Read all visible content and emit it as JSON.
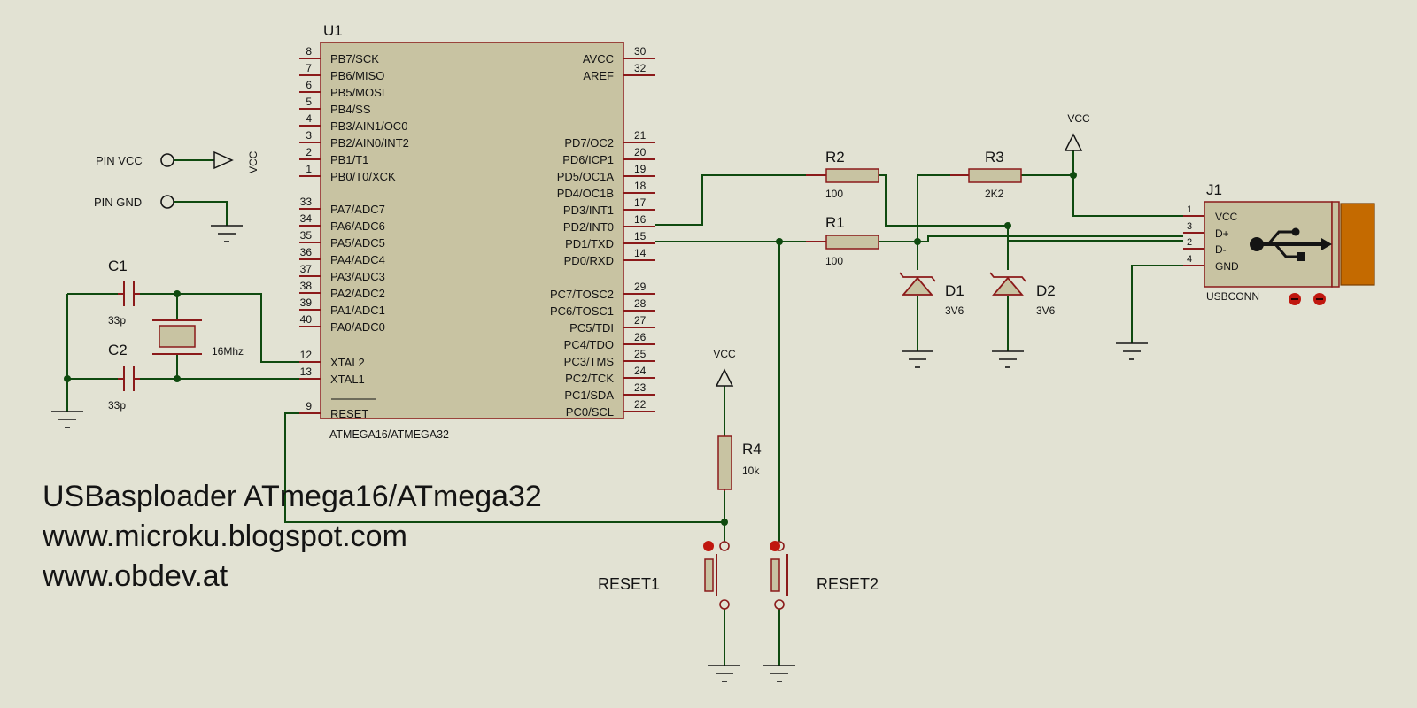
{
  "u1": {
    "ref": "U1",
    "part": "ATMEGA16/ATMEGA32",
    "left_pins": [
      {
        "num": "8",
        "name": "PB7/SCK"
      },
      {
        "num": "7",
        "name": "PB6/MISO"
      },
      {
        "num": "6",
        "name": "PB5/MOSI"
      },
      {
        "num": "5",
        "name": "PB4/SS"
      },
      {
        "num": "4",
        "name": "PB3/AIN1/OC0"
      },
      {
        "num": "3",
        "name": "PB2/AIN0/INT2"
      },
      {
        "num": "2",
        "name": "PB1/T1"
      },
      {
        "num": "1",
        "name": "PB0/T0/XCK"
      },
      {
        "num": "33",
        "name": "PA7/ADC7"
      },
      {
        "num": "34",
        "name": "PA6/ADC6"
      },
      {
        "num": "35",
        "name": "PA5/ADC5"
      },
      {
        "num": "36",
        "name": "PA4/ADC4"
      },
      {
        "num": "37",
        "name": "PA3/ADC3"
      },
      {
        "num": "38",
        "name": "PA2/ADC2"
      },
      {
        "num": "39",
        "name": "PA1/ADC1"
      },
      {
        "num": "40",
        "name": "PA0/ADC0"
      },
      {
        "num": "12",
        "name": "XTAL2"
      },
      {
        "num": "13",
        "name": "XTAL1"
      },
      {
        "num": "9",
        "name": "RESET"
      }
    ],
    "right_pins": [
      {
        "num": "30",
        "name": "AVCC"
      },
      {
        "num": "32",
        "name": "AREF"
      },
      {
        "num": "21",
        "name": "PD7/OC2"
      },
      {
        "num": "20",
        "name": "PD6/ICP1"
      },
      {
        "num": "19",
        "name": "PD5/OC1A"
      },
      {
        "num": "18",
        "name": "PD4/OC1B"
      },
      {
        "num": "17",
        "name": "PD3/INT1"
      },
      {
        "num": "16",
        "name": "PD2/INT0"
      },
      {
        "num": "15",
        "name": "PD1/TXD"
      },
      {
        "num": "14",
        "name": "PD0/RXD"
      },
      {
        "num": "29",
        "name": "PC7/TOSC2"
      },
      {
        "num": "28",
        "name": "PC6/TOSC1"
      },
      {
        "num": "27",
        "name": "PC5/TDI"
      },
      {
        "num": "26",
        "name": "PC4/TDO"
      },
      {
        "num": "25",
        "name": "PC3/TMS"
      },
      {
        "num": "24",
        "name": "PC2/TCK"
      },
      {
        "num": "23",
        "name": "PC1/SDA"
      },
      {
        "num": "22",
        "name": "PC0/SCL"
      }
    ]
  },
  "components": {
    "r1": {
      "ref": "R1",
      "value": "100"
    },
    "r2": {
      "ref": "R2",
      "value": "100"
    },
    "r3": {
      "ref": "R3",
      "value": "2K2"
    },
    "r4": {
      "ref": "R4",
      "value": "10k"
    },
    "c1": {
      "ref": "C1",
      "value": "33p"
    },
    "c2": {
      "ref": "C2",
      "value": "33p"
    },
    "xtal": {
      "value": "16Mhz"
    },
    "d1": {
      "ref": "D1",
      "value": "3V6"
    },
    "d2": {
      "ref": "D2",
      "value": "3V6"
    },
    "j1": {
      "ref": "J1",
      "part": "USBCONN",
      "pins": [
        {
          "num": "1",
          "name": "VCC"
        },
        {
          "num": "3",
          "name": "D+"
        },
        {
          "num": "2",
          "name": "D-"
        },
        {
          "num": "4",
          "name": "GND"
        }
      ]
    },
    "reset1": {
      "ref": "RESET1"
    },
    "reset2": {
      "ref": "RESET2"
    }
  },
  "terminals": {
    "pin_vcc": "PIN VCC",
    "pin_gnd": "PIN GND",
    "vcc": "VCC"
  },
  "footer": {
    "line1": "USBasploader ATmega16/ATmega32",
    "line2": "www.microku.blogspot.com",
    "line3": "www.obdev.at"
  },
  "colors": {
    "background": "#E2E2D3",
    "wire": "#0F4A0F",
    "component_outline": "#8B1A1A",
    "component_fill": "#C8C3A2",
    "text": "#141414",
    "usb_plug": "#C46A00"
  }
}
